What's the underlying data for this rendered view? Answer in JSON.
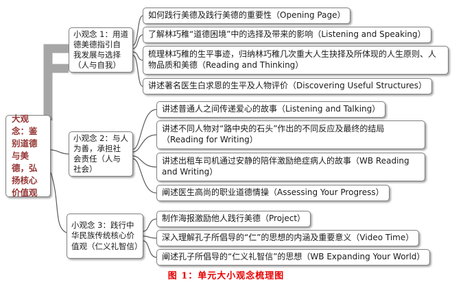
{
  "figure": {
    "caption": "图 1：单元大小观念梳理图"
  },
  "big_concept": {
    "text": "大观念：鉴别道德与美德，弘扬核心价值观"
  },
  "sub_concepts": [
    {
      "text": "小观念 1：用道德美德指引自我发展与选择（人与自我）"
    },
    {
      "text": "小观念 2：与人为善，承担社会责任（人与社会）"
    },
    {
      "text": "小观念 3：践行中华民族传统核心价值观（仁义礼智信）"
    }
  ],
  "activities": [
    {
      "text": "如何践行美德及践行美德的重要性（Opening Page）"
    },
    {
      "text": "了解林巧稚“道德困境”中的选择及带来的影响（Listening and Speaking）"
    },
    {
      "text": "梳理林巧稚的生平事迹，归纳林巧稚几次重大人生抉择及所体现的人生原则、人物品质和美德（Reading and Thinking）"
    },
    {
      "text": "讲述著名医生白求恩的生平及人物评价（Discovering Useful Structures）"
    },
    {
      "text": "讲述普通人之间传递爱心的故事（Listening and Talking）"
    },
    {
      "text": "讲述不同人物对“路中央的石头”作出的不同反应及最终的结局（Reading for Writing）"
    },
    {
      "text": "讲述出租车司机通过安静的陪伴激励绝症病人的故事（WB Reading and Writing）"
    },
    {
      "text": "阐述医生高尚的职业道德情操（Assessing Your Progress）"
    },
    {
      "text": "制作海报激励他人践行美德（Project）"
    },
    {
      "text": "深入理解孔子所倡导的“仁”的思想的内涵及重要意义（Video Time）"
    },
    {
      "text": "阐述孔子所倡导的“仁义礼智信”的思想（WB Expanding Your World）"
    }
  ],
  "colors": {
    "box_fill": "#ffffff",
    "box_border": "#7f7f7f",
    "big_concept_text": "#953735",
    "caption_text": "#e60000",
    "connector_thick": "#a6a6a6",
    "connector_thin": "#595959"
  }
}
